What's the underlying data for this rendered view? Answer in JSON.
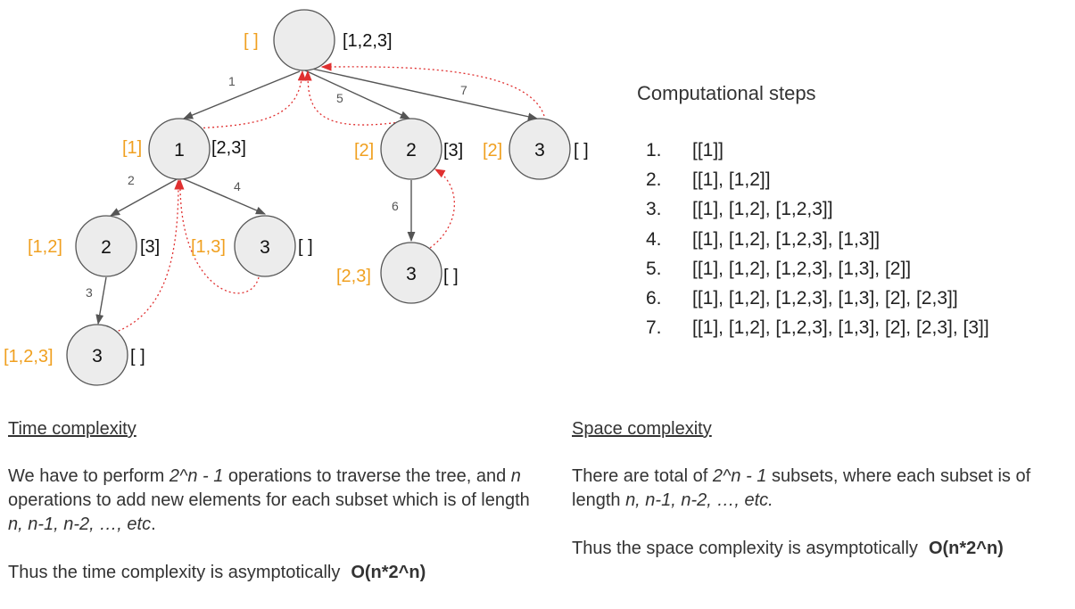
{
  "tree": {
    "nodes": [
      {
        "id": "root",
        "value": "",
        "path": "[ ]",
        "remaining": "[1,2,3]"
      },
      {
        "id": "n1",
        "value": "1",
        "path": "[1]",
        "remaining": "[2,3]"
      },
      {
        "id": "n2",
        "value": "2",
        "path": "[2]",
        "remaining": "[3]"
      },
      {
        "id": "n3",
        "value": "3",
        "path": "[2]",
        "remaining": "[ ]"
      },
      {
        "id": "n12",
        "value": "2",
        "path": "[1,2]",
        "remaining": "[3]"
      },
      {
        "id": "n13",
        "value": "3",
        "path": "[1,3]",
        "remaining": "[ ]"
      },
      {
        "id": "n23",
        "value": "3",
        "path": "[2,3]",
        "remaining": "[ ]"
      },
      {
        "id": "n123",
        "value": "3",
        "path": "[1,2,3]",
        "remaining": "[ ]"
      }
    ],
    "edges": [
      {
        "from": "root",
        "to": "n1",
        "label": "1"
      },
      {
        "from": "n1",
        "to": "n12",
        "label": "2"
      },
      {
        "from": "n12",
        "to": "n123",
        "label": "3"
      },
      {
        "from": "n1",
        "to": "n13",
        "label": "4"
      },
      {
        "from": "root",
        "to": "n2",
        "label": "5"
      },
      {
        "from": "n2",
        "to": "n23",
        "label": "6"
      },
      {
        "from": "root",
        "to": "n3",
        "label": "7"
      }
    ]
  },
  "steps": {
    "title": "Computational steps",
    "items": [
      {
        "num": "1.",
        "text": "[[1]]"
      },
      {
        "num": "2.",
        "text": "[[1], [1,2]]"
      },
      {
        "num": "3.",
        "text": "[[1], [1,2], [1,2,3]]"
      },
      {
        "num": "4.",
        "text": "[[1], [1,2], [1,2,3], [1,3]]"
      },
      {
        "num": "5.",
        "text": "[[1], [1,2], [1,2,3], [1,3], [2]]"
      },
      {
        "num": "6.",
        "text": "[[1], [1,2], [1,2,3], [1,3], [2], [2,3]]"
      },
      {
        "num": "7.",
        "text": "[[1], [1,2], [1,2,3], [1,3], [2], [2,3], [3]]"
      }
    ]
  },
  "time": {
    "heading": "Time complexity",
    "p1_a": "We have to perform ",
    "p1_b": "2^n - 1",
    "p1_c": " operations to traverse the tree, and ",
    "p1_d": "n",
    "p1_e": " operations to add new elements for each subset which is of length ",
    "p1_f": "n, n-1, n-2, …, etc",
    "p1_g": ".",
    "p2": "Thus the time complexity is asymptotically",
    "big": "O(n*2^n)"
  },
  "space": {
    "heading": "Space complexity",
    "p1_a": "There are total of ",
    "p1_b": "2^n - 1",
    "p1_c": " subsets, where each subset is of length ",
    "p1_d": "n, n-1, n-2, …, etc.",
    "p2": "Thus the space complexity is asymptotically",
    "big": "O(n*2^n)"
  },
  "colors": {
    "path_label": "#f0a020",
    "back_arrow": "#e03030",
    "edge": "#555555"
  }
}
